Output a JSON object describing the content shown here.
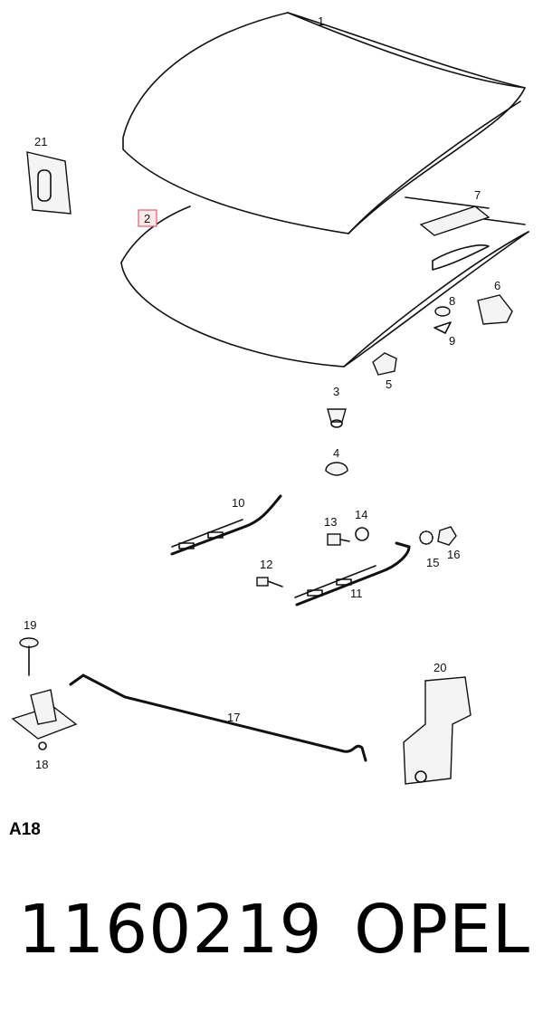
{
  "diagram": {
    "callouts": {
      "c1": "1",
      "c2": "2",
      "c3": "3",
      "c4": "4",
      "c5": "5",
      "c6": "6",
      "c7": "7",
      "c8": "8",
      "c9": "9",
      "c10": "10",
      "c11": "11",
      "c12": "12",
      "c13": "13",
      "c14": "14",
      "c15": "15",
      "c16": "16",
      "c17": "17",
      "c18": "18",
      "c19": "19",
      "c20": "20",
      "c21": "21"
    },
    "highlighted_callout": "2",
    "highlight_color": "#e06070"
  },
  "section_code": "A18",
  "footer": {
    "part_number": "1160219",
    "brand": "OPEL"
  }
}
